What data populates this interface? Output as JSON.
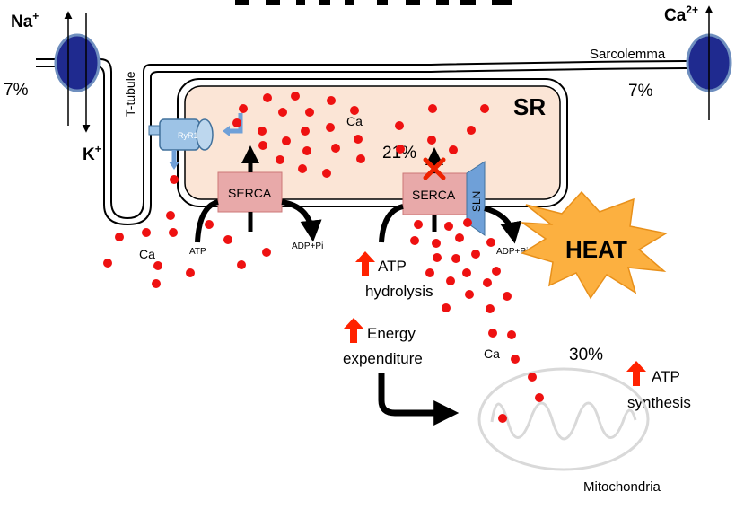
{
  "ions": {
    "na": "Na",
    "k": "K",
    "ca": "Ca",
    "plus": "+",
    "two_plus": "2+"
  },
  "sarcolemma": "Sarcolemma",
  "t_tubule": "T-tubule",
  "sr": "SR",
  "ryr1": "RyR1",
  "serca": "SERCA",
  "sln": "SLN",
  "ca": "Ca",
  "atp": "ATP",
  "adp_pi": "ADP+Pi",
  "heat": "HEAT",
  "percents": {
    "na_k_pump": "7%",
    "ca_pump": "7%",
    "serca_sln": "21%",
    "mito": "30%"
  },
  "effects": {
    "atp_hydrolysis": [
      "ATP",
      "hydrolysis"
    ],
    "energy_expenditure": [
      "Energy",
      "expenditure"
    ],
    "atp_synthesis": [
      "ATP",
      "synthesis"
    ]
  },
  "mitochondria": "Mitochondria",
  "colors": {
    "pump": "#1f2a8f",
    "pump_outline": "#6f8fbf",
    "sr_fill": "#fbe5d6",
    "serca_fill": "#e8a9a9",
    "calcium": "#ee1111",
    "up_arrow": "#ff2200",
    "heat_fill": "#fcb040",
    "ryr_fill": "#9dc3e6",
    "sln_fill": "#6fa0d8",
    "mito_stroke": "#dddddd"
  }
}
